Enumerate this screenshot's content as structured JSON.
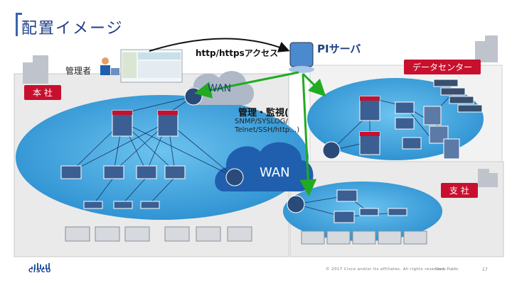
{
  "title": "配置イメージ",
  "labels": {
    "http_access": "http/httpsアクセス",
    "pi_server": "PIサーバ",
    "admin": "管理者",
    "headquarters": "本 社",
    "datacenter": "データセンター",
    "branch": "支 社",
    "wan_small": "WAN",
    "wan_large": "WAN",
    "monitoring": "管理・監視(",
    "protocols_line1": "SNMP/SYSLOG/",
    "protocols_line2": "Telnet/SSH/http…)"
  },
  "footer": {
    "copyright": "© 2017 Cisco and/or its affiliates. All rights reserved.",
    "classification": "Cisco Public",
    "page_number": "17",
    "logo_text": "CISCO"
  },
  "colors": {
    "title": "#1f3f86",
    "badge": "#c8102e",
    "site_ellipse": "#3aa0dc",
    "wan_cloud_dark": "#1f5fae",
    "arrow_green": "#22aa22"
  }
}
